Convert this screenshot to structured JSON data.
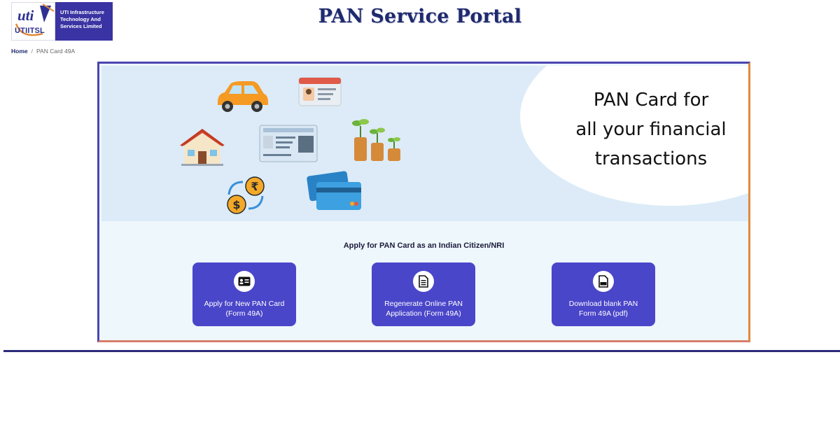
{
  "header": {
    "logo": {
      "mark_text": "uti",
      "mark_subtext": "UTIITSL",
      "org_lines": [
        "UTI Infrastructure",
        "Technology And",
        "Services Limited"
      ]
    },
    "portal_title": "PAN Service Portal"
  },
  "breadcrumb": {
    "home": "Home",
    "separator": "/",
    "current": "PAN Card 49A"
  },
  "banner": {
    "headline_lines": [
      "PAN Card for",
      "all your financial",
      "transactions"
    ],
    "illustrations": [
      "car-icon",
      "id-card-icon",
      "house-icon",
      "pan-card-icon",
      "coin-plant-icon",
      "currency-exchange-icon",
      "credit-cards-icon"
    ]
  },
  "apply_section": {
    "heading": "Apply for PAN Card as an Indian Citizen/NRI",
    "actions": [
      {
        "label_line1": "Apply for New PAN Card",
        "label_line2": "(Form 49A)",
        "icon": "id-card-icon"
      },
      {
        "label_line1": "Regenerate Online PAN",
        "label_line2": "Application (Form 49A)",
        "icon": "document-icon"
      },
      {
        "label_line1": "Download blank PAN",
        "label_line2": "Form 49A (pdf)",
        "icon": "pdf-icon"
      }
    ]
  },
  "colors": {
    "brand_blue": "#3a33a3",
    "button_blue": "#4a46c9",
    "title_navy": "#1f2a6e",
    "frame_orange": "#e08a3c"
  }
}
